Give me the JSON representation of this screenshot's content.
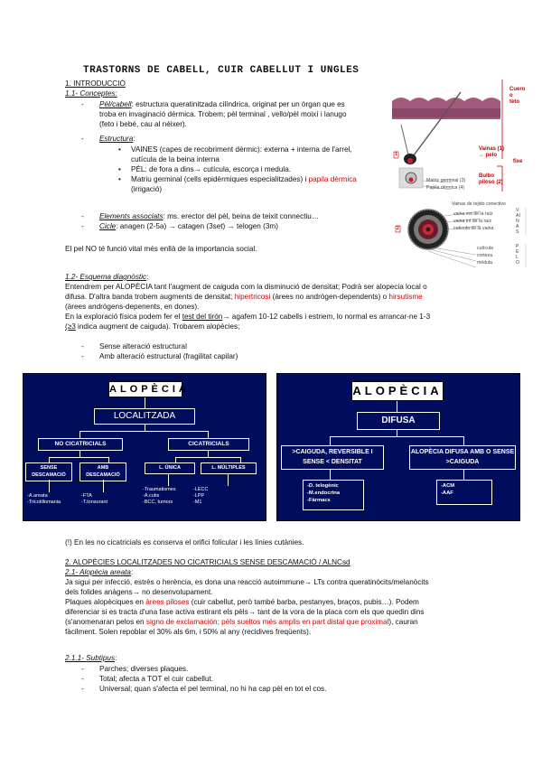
{
  "title": "TRASTORNS DE CABELL, CUIR CABELLUT I UNGLES",
  "s1": {
    "heading": "1. INTRODUCCIÓ",
    "sub1": "1.1- Conceptes:",
    "pel_label": "Pèl/cabell",
    "pel_text1": ": estructura queratinitzada cilíndrica, originat per un òrgan que es",
    "pel_text2": "troba en invaginació dèrmica. Trobem; pèl terminal , vello/pèl moixí i lanugo",
    "pel_text3": "(feto i bebé, cau al néixer).",
    "estructura_label": "Estructura",
    "estructura_colon": ":",
    "vaines1": "VAINES (capes de recobriment dèrmic): externa + interna de l'arrel,",
    "vaines2": "cutícula de la beina interna",
    "pel_parts": "PÈL: de fora a dins→ cutícula, escorça i medula.",
    "matriu1a": "Matriu germinal (cells epidèrmiques especialitzades) i ",
    "matriu1b": "papila dèrmica",
    "matriu2": "(irrigació)",
    "elements_label": "Elements associats",
    "elements_text": ": ms. erector del pèl, beina de teixit connectiu…",
    "cicle_label": "Cicle",
    "cicle_text": ": anagen (2-5a) → catagen (3set) → telogen (3m)",
    "vital": "El pel NO té funció vital més enllà de la importancia social."
  },
  "s12": {
    "sub": "1.2- Esquema diagnòstic",
    "sub_colon": ":",
    "p1": "Entendrem per  ALOPÈCIA tant l'augment de caiguda com la disminució de densitat; Podrà ser alopecia local o",
    "p2a": "difusa.  D'altra banda trobem augments de densitat; ",
    "p2b": "hipertricosi",
    "p2c": " (àrees no andrògen-dependents) o ",
    "p2d": "hirsutisme",
    "p3": "(àrees andrògens-depenents, en dones).",
    "p4a": "En la exploració física podem fer el ",
    "p4b": "test del tirón",
    "p4c": "→ agafem 10-12 cabells i estriem, lo normal es arrancar-ne 1-3",
    "p5a": "(≥3",
    "p5b": " indica augment de caiguda). Trobarem alopècies;",
    "b1": "Sense alteració estructural",
    "b2": "Amb alteració estructural (fragilitat capilar)"
  },
  "diagram_left": {
    "title": "ALOPÈCIA",
    "level1": "LOCALITZADA",
    "left": "NO CICATRICIALS",
    "right": "CICATRICIALS",
    "l1": "SENSE DESCAMACIÓ",
    "l2": "AMB DESCAMACIÓ",
    "r1": "L. ÚNICA",
    "r2": "L. MÚLTIPLES",
    "l1_items": "-A.areata\n-Tricotillomania",
    "l2_items": "-FTA\n-T.tonsurant",
    "r1_items": "-Traumatismes\n-A.cutis\n-BCC, tumors",
    "r2_items": "-LECC\n-LPP\n-M1"
  },
  "diagram_right": {
    "title": "ALOPÈCIA",
    "level1": "DIFUSA",
    "left": ">CAIGUDA, REVERSIBLE I SENSE < DENSITAT",
    "right": "ALOPÈCIA DIFUSA AMB O SENSE >CAIGUDA",
    "left_items": "-D. telogènic\n-M.endocrina\n-Fàrmacs",
    "right_items": "-ACM\n-AAF"
  },
  "note": "(!) En les no cicatricials es conserva el orifici folicular i les línies cutànies.",
  "s2": {
    "heading": "2. ALOPÈCIES LOCALITZADES NO CICATRICIALS SENSE DESCAMACIÓ / ALNCsd",
    "sub": "2.1- Alopècia areata",
    "sub_colon": ":",
    "p1": "Ja sigui per infecció, estrès o herència, es dona una reacció autoimmune→ LTs contra queratinòcits/melanòcits",
    "p2": "dels folides anàgens→ no desenvolupament.",
    "p3a": "Plaques alopèciques en ",
    "p3b": "àrees piloses",
    "p3c": " (cuir cabellut, però també barba, pestanyes, braços, pubis…). Podem",
    "p4": "diferenciar si es tracta d'una fase activa estirant els pèls→ tant de la vora de la placa com els que quedin dins",
    "p5a": "(s'anomenaran pelos en ",
    "p5b": "signo de exclamación; pèls sueltos més amplis en part distal que proximal",
    "p5c": "), cauran",
    "p6": "fàcilment. Solen repoblar el 30% als 6m, i 50% al any (recidives freqüents).",
    "sub2": "2.1.1- Subtipus",
    "sub2_colon": ":",
    "t1": "Parches; diverses plaques.",
    "t2": "Total; afecta a TOT el cuir cabellut.",
    "t3": "Universal; quan s'afecta el pel terminal, no hi ha cap pèl en tot el cos."
  },
  "illustration": {
    "cuero": "Cuero\no\nteto",
    "eixe": "fixe",
    "vainas": "Vainas (1)\n→ pelo",
    "bulbo": "Bulbo\npiloso (2)",
    "matriz": "Matriz germinal (3)",
    "papila": "Papila dérmica (4)",
    "vainas_ext": "Vainas de tejido conectivo",
    "corte1": "vaina ext de la raíz",
    "corte2": "vaina int de la raíz",
    "corte3": "cutícula de la vaina",
    "c4": "cutícula",
    "c5": "corteza",
    "c6": "médula",
    "vainas_vert": "VAINAS",
    "pelo_vert": "PELO",
    "n1": "1",
    "n2": "2"
  }
}
